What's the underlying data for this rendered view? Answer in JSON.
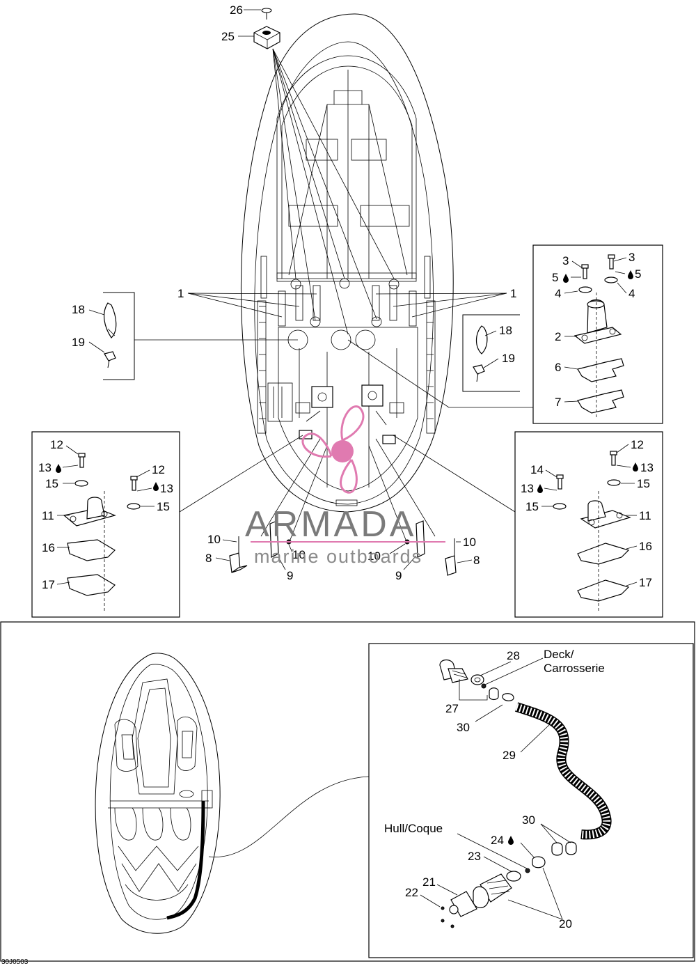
{
  "figure_code": "30J0503",
  "watermark": {
    "brand": "ARMADA",
    "tagline": "marine outboards",
    "color": "#e07ab0"
  },
  "text_labels": {
    "deck": "Deck/",
    "deck2": "Carrosserie",
    "hull": "Hull/Coque"
  },
  "callouts": {
    "c26": "26",
    "c25": "25",
    "c1a": "1",
    "c1b": "1",
    "c3a": "3",
    "c3b": "3",
    "c5a": "5",
    "c5b": "5",
    "c4a": "4",
    "c4b": "4",
    "c2": "2",
    "c6": "6",
    "c7": "7",
    "c18a": "18",
    "c19a": "19",
    "c18b": "18",
    "c19b": "19",
    "c12a": "12",
    "c13a": "13",
    "c15a": "15",
    "c12b": "12",
    "c13b": "13",
    "c15b": "15",
    "c11a": "11",
    "c16a": "16",
    "c17a": "17",
    "c12c": "12",
    "c13c": "13",
    "c14": "14",
    "c13d": "13",
    "c15c": "15",
    "c15d": "15",
    "c11b": "11",
    "c16b": "16",
    "c17b": "17",
    "c10a": "10",
    "c8a": "8",
    "c10b": "10",
    "c9a": "9",
    "c10c": "10",
    "c9b": "9",
    "c10d": "10",
    "c8b": "8",
    "c28": "28",
    "c27": "27",
    "c30a": "30",
    "c29": "29",
    "c30b": "30",
    "c24": "24",
    "c23": "23",
    "c21": "21",
    "c22": "22",
    "c20": "20"
  }
}
